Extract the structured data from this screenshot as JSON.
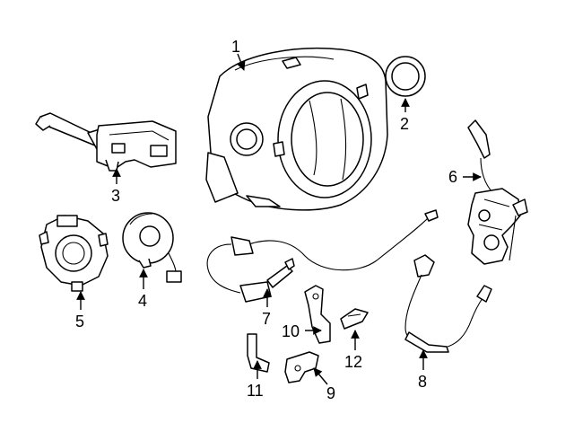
{
  "callouts": [
    {
      "id": "1",
      "label": "1",
      "part": "steering-column-shroud"
    },
    {
      "id": "2",
      "label": "2",
      "part": "lock-cylinder-bezel"
    },
    {
      "id": "3",
      "label": "3",
      "part": "combination-switch"
    },
    {
      "id": "4",
      "label": "4",
      "part": "angle-sensor"
    },
    {
      "id": "5",
      "label": "5",
      "part": "clock-spring"
    },
    {
      "id": "6",
      "label": "6",
      "part": "shift-interlock-assembly"
    },
    {
      "id": "7",
      "label": "7",
      "part": "shift-interlock-cable"
    },
    {
      "id": "8",
      "label": "8",
      "part": "harness-cable"
    },
    {
      "id": "9",
      "label": "9",
      "part": "bracket-lower"
    },
    {
      "id": "10",
      "label": "10",
      "part": "bracket-vertical"
    },
    {
      "id": "11",
      "label": "11",
      "part": "bracket-small"
    },
    {
      "id": "12",
      "label": "12",
      "part": "clip"
    }
  ]
}
